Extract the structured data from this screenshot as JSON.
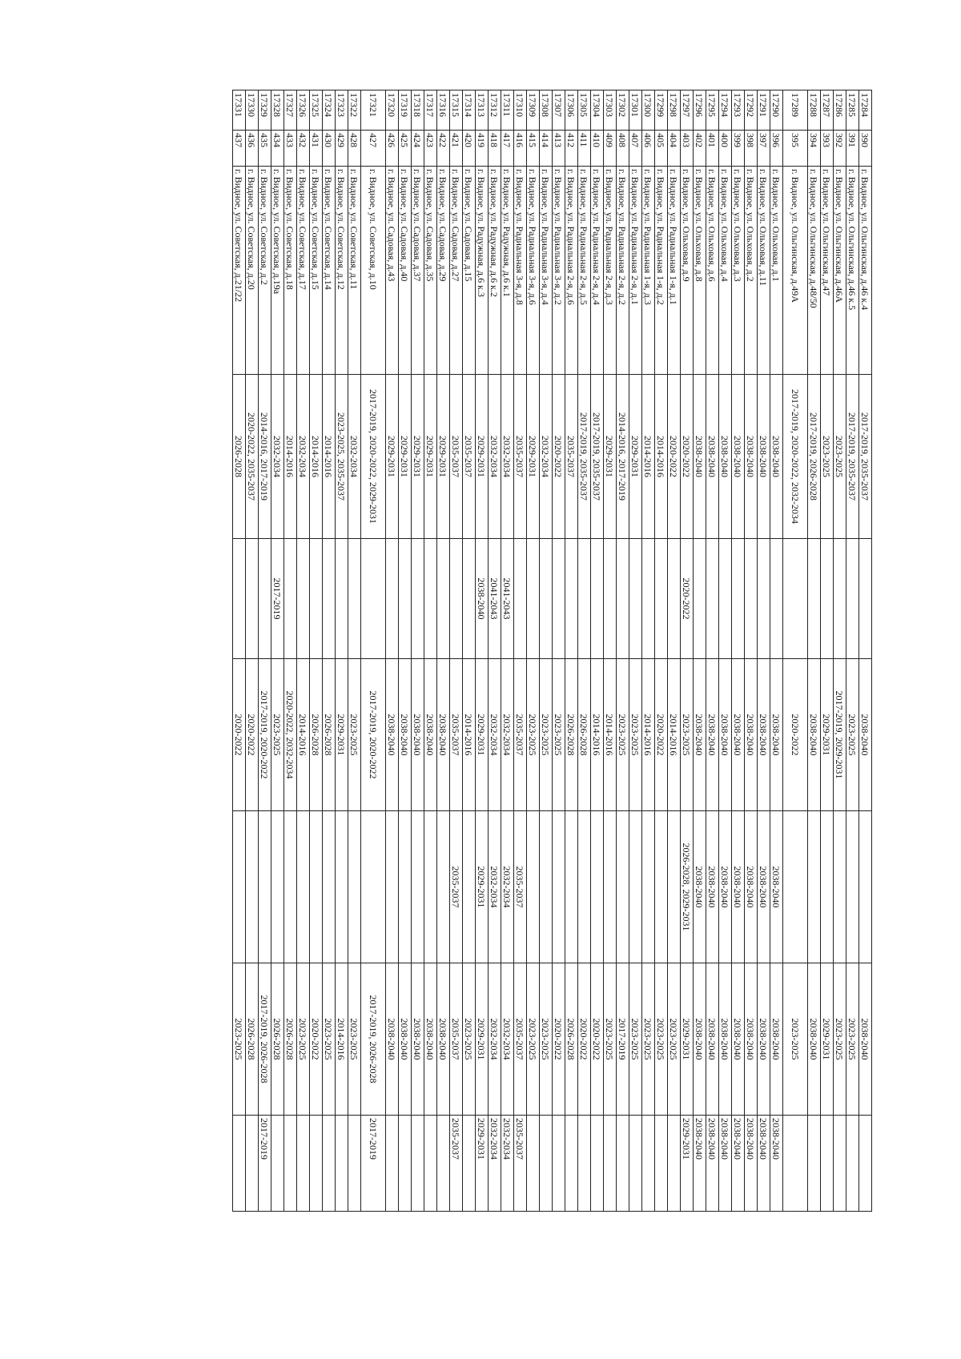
{
  "rows": [
    {
      "id": "17284",
      "n": "390",
      "address": "г. Видное, ул. Ольгинская, д.46 к.4",
      "c1": "2017-2019, 2035-2037",
      "c2": "",
      "c3": "2038-2040",
      "c4": "",
      "c5": "2038-2040",
      "c6": ""
    },
    {
      "id": "17285",
      "n": "391",
      "address": "г. Видное, ул. Ольгинская, д.46 к.5",
      "c1": "2017-2019, 2035-2037",
      "c2": "",
      "c3": "2023-2025",
      "c4": "",
      "c5": "2023-2025",
      "c6": ""
    },
    {
      "id": "17286",
      "n": "392",
      "address": "г. Видное, ул. Ольгинская, д.46А",
      "c1": "2023-2025",
      "c2": "",
      "c3": "2017-2019, 2029-2031",
      "c4": "",
      "c5": "2023-2025",
      "c6": ""
    },
    {
      "id": "17287",
      "n": "393",
      "address": "г. Видное, ул. Ольгинская, д.47",
      "c1": "2023-2025",
      "c2": "",
      "c3": "2029-2031",
      "c4": "",
      "c5": "2029-2031",
      "c6": ""
    },
    {
      "id": "17288",
      "n": "394",
      "address": "г. Видное, ул. Ольгинская, д.48/50",
      "c1": "2017-2019, 2026-2028",
      "c2": "",
      "c3": "2038-2040",
      "c4": "",
      "c5": "2038-2040",
      "c6": ""
    },
    {
      "id": "17289",
      "n": "395",
      "address": "г. Видное, ул. Ольгинская, д.49А",
      "c1": "2017-2019, 2020-2022, 2032-2034",
      "c2": "",
      "c3": "2020-2022",
      "c4": "",
      "c5": "2023-2025",
      "c6": "",
      "tall": true
    },
    {
      "id": "17290",
      "n": "396",
      "address": "г. Видное, ул. Ольховая, д.1",
      "c1": "2038-2040",
      "c2": "",
      "c3": "2038-2040",
      "c4": "2038-2040",
      "c5": "2038-2040",
      "c6": "2038-2040"
    },
    {
      "id": "17291",
      "n": "397",
      "address": "г. Видное, ул. Ольховая, д.11",
      "c1": "2038-2040",
      "c2": "",
      "c3": "2038-2040",
      "c4": "2038-2040",
      "c5": "2038-2040",
      "c6": "2038-2040"
    },
    {
      "id": "17292",
      "n": "398",
      "address": "г. Видное, ул. Ольховая, д.2",
      "c1": "2038-2040",
      "c2": "",
      "c3": "2038-2040",
      "c4": "2038-2040",
      "c5": "2038-2040",
      "c6": "2038-2040"
    },
    {
      "id": "17293",
      "n": "399",
      "address": "г. Видное, ул. Ольховая, д.3",
      "c1": "2038-2040",
      "c2": "",
      "c3": "2038-2040",
      "c4": "2038-2040",
      "c5": "2038-2040",
      "c6": "2038-2040"
    },
    {
      "id": "17294",
      "n": "400",
      "address": "г. Видное, ул. Ольховая, д.4",
      "c1": "2038-2040",
      "c2": "",
      "c3": "2038-2040",
      "c4": "2038-2040",
      "c5": "2038-2040",
      "c6": "2038-2040"
    },
    {
      "id": "17295",
      "n": "401",
      "address": "г. Видное, ул. Ольховая, д.6",
      "c1": "2038-2040",
      "c2": "",
      "c3": "2038-2040",
      "c4": "2038-2040",
      "c5": "2038-2040",
      "c6": "2038-2040"
    },
    {
      "id": "17296",
      "n": "402",
      "address": "г. Видное, ул. Ольховая, д.8",
      "c1": "2038-2040",
      "c2": "",
      "c3": "2038-2040",
      "c4": "2038-2040",
      "c5": "2038-2040",
      "c6": "2038-2040"
    },
    {
      "id": "17297",
      "n": "403",
      "address": "г. Видное, ул. Ольховая, д.9",
      "c1": "2020-2022",
      "c2": "2020-2022",
      "c3": "2023-2025",
      "c4": "2026-2028, 2029-2031",
      "c5": "2029-2031",
      "c6": "2029-2031"
    },
    {
      "id": "17298",
      "n": "404",
      "address": "г. Видное, ул. Радиальная 1-я, д.1",
      "c1": "2020-2022",
      "c2": "",
      "c3": "2014-2016",
      "c4": "",
      "c5": "2023-2025",
      "c6": ""
    },
    {
      "id": "17299",
      "n": "405",
      "address": "г. Видное, ул. Радиальная 1-я, д.2",
      "c1": "2014-2016",
      "c2": "",
      "c3": "2020-2022",
      "c4": "",
      "c5": "2023-2025",
      "c6": ""
    },
    {
      "id": "17300",
      "n": "406",
      "address": "г. Видное, ул. Радиальная 1-я, д.3",
      "c1": "2014-2016",
      "c2": "",
      "c3": "2014-2016",
      "c4": "",
      "c5": "2023-2025",
      "c6": ""
    },
    {
      "id": "17301",
      "n": "407",
      "address": "г. Видное, ул. Радиальная 2-я, д.1",
      "c1": "2029-2031",
      "c2": "",
      "c3": "2023-2025",
      "c4": "",
      "c5": "2023-2025",
      "c6": ""
    },
    {
      "id": "17302",
      "n": "408",
      "address": "г. Видное, ул. Радиальная 2-я, д.2",
      "c1": "2014-2016, 2017-2019",
      "c2": "",
      "c3": "2023-2025",
      "c4": "",
      "c5": "2017-2019",
      "c6": ""
    },
    {
      "id": "17303",
      "n": "409",
      "address": "г. Видное, ул. Радиальная 2-я, д.3",
      "c1": "2029-2031",
      "c2": "",
      "c3": "2014-2016",
      "c4": "",
      "c5": "2023-2025",
      "c6": ""
    },
    {
      "id": "17304",
      "n": "410",
      "address": "г. Видное, ул. Радиальная 2-я, д.4",
      "c1": "2017-2019, 2035-2037",
      "c2": "",
      "c3": "2014-2016",
      "c4": "",
      "c5": "2020-2022",
      "c6": ""
    },
    {
      "id": "17305",
      "n": "411",
      "address": "г. Видное, ул. Радиальная 2-я, д.5",
      "c1": "2017-2019, 2035-2037",
      "c2": "",
      "c3": "2026-2028",
      "c4": "",
      "c5": "2020-2022",
      "c6": ""
    },
    {
      "id": "17306",
      "n": "412",
      "address": "г. Видное, ул. Радиальная 2-я, д.6",
      "c1": "2035-2037",
      "c2": "",
      "c3": "2026-2028",
      "c4": "",
      "c5": "2026-2028",
      "c6": ""
    },
    {
      "id": "17307",
      "n": "413",
      "address": "г. Видное, ул. Радиальная 3-я, д.2",
      "c1": "2020-2022",
      "c2": "",
      "c3": "2023-2025",
      "c4": "",
      "c5": "2020-2022",
      "c6": ""
    },
    {
      "id": "17308",
      "n": "414",
      "address": "г. Видное, ул. Радиальная 3-я, д.4",
      "c1": "2032-2034",
      "c2": "",
      "c3": "2023-2025",
      "c4": "",
      "c5": "2023-2025",
      "c6": ""
    },
    {
      "id": "17309",
      "n": "415",
      "address": "г. Видное, ул. Радиальная 3-я, д.6",
      "c1": "2029-2031",
      "c2": "",
      "c3": "2023-2025",
      "c4": "",
      "c5": "2023-2025",
      "c6": ""
    },
    {
      "id": "17310",
      "n": "416",
      "address": "г. Видное, ул. Радиальная 3-я, д.8",
      "c1": "2035-2037",
      "c2": "",
      "c3": "2035-2037",
      "c4": "2035-2037",
      "c5": "2035-2037",
      "c6": "2035-2037"
    },
    {
      "id": "17311",
      "n": "417",
      "address": "г. Видное, ул. Радужная, д.6 к.1",
      "c1": "2032-2034",
      "c2": "2041-2043",
      "c3": "2032-2034",
      "c4": "2032-2034",
      "c5": "2032-2034",
      "c6": "2032-2034"
    },
    {
      "id": "17312",
      "n": "418",
      "address": "г. Видное, ул. Радужная, д.6 к.2",
      "c1": "2032-2034",
      "c2": "2041-2043",
      "c3": "2032-2034",
      "c4": "2032-2034",
      "c5": "2032-2034",
      "c6": "2032-2034"
    },
    {
      "id": "17313",
      "n": "419",
      "address": "г. Видное, ул. Радужная, д.6 к.3",
      "c1": "2029-2031",
      "c2": "2038-2040",
      "c3": "2029-2031",
      "c4": "2029-2031",
      "c5": "2029-2031",
      "c6": "2029-2031"
    },
    {
      "id": "17314",
      "n": "420",
      "address": "г. Видное, ул. Садовая, д.15",
      "c1": "2035-2037",
      "c2": "",
      "c3": "2014-2016",
      "c4": "",
      "c5": "2023-2025",
      "c6": ""
    },
    {
      "id": "17315",
      "n": "421",
      "address": "г. Видное, ул. Садовая, д.27",
      "c1": "2035-2037",
      "c2": "",
      "c3": "2035-2037",
      "c4": "2035-2037",
      "c5": "2035-2037",
      "c6": "2035-2037"
    },
    {
      "id": "17316",
      "n": "422",
      "address": "г. Видное, ул. Садовая, д.29",
      "c1": "2029-2031",
      "c2": "",
      "c3": "2038-2040",
      "c4": "",
      "c5": "2038-2040",
      "c6": ""
    },
    {
      "id": "17317",
      "n": "423",
      "address": "г. Видное, ул. Садовая, д.35",
      "c1": "2029-2031",
      "c2": "",
      "c3": "2038-2040",
      "c4": "",
      "c5": "2038-2040",
      "c6": ""
    },
    {
      "id": "17318",
      "n": "424",
      "address": "г. Видное, ул. Садовая, д.37",
      "c1": "2029-2031",
      "c2": "",
      "c3": "2038-2040",
      "c4": "",
      "c5": "2038-2040",
      "c6": ""
    },
    {
      "id": "17319",
      "n": "425",
      "address": "г. Видное, ул. Садовая, д.40",
      "c1": "2029-2031",
      "c2": "",
      "c3": "2038-2040",
      "c4": "",
      "c5": "2038-2040",
      "c6": ""
    },
    {
      "id": "17320",
      "n": "426",
      "address": "г. Видное, ул. Садовая, д.43",
      "c1": "2029-2031",
      "c2": "",
      "c3": "2038-2040",
      "c4": "",
      "c5": "2038-2040",
      "c6": ""
    },
    {
      "id": "17321",
      "n": "427",
      "address": "г. Видное, ул. Советская, д.10",
      "c1": "2017-2019, 2020-2022, 2029-2031",
      "c2": "",
      "c3": "2017-2019, 2020-2022",
      "c4": "",
      "c5": "2017-2019, 2026-2028",
      "c6": "2017-2019",
      "tall": true
    },
    {
      "id": "17322",
      "n": "428",
      "address": "г. Видное, ул. Советская, д.11",
      "c1": "2032-2034",
      "c2": "",
      "c3": "2023-2025",
      "c4": "",
      "c5": "2023-2025",
      "c6": ""
    },
    {
      "id": "17323",
      "n": "429",
      "address": "г. Видное, ул. Советская, д.12",
      "c1": "2023-2025, 2035-2037",
      "c2": "",
      "c3": "2029-2031",
      "c4": "",
      "c5": "2014-2016",
      "c6": ""
    },
    {
      "id": "17324",
      "n": "430",
      "address": "г. Видное, ул. Советская, д.14",
      "c1": "2014-2016",
      "c2": "",
      "c3": "2026-2028",
      "c4": "",
      "c5": "2023-2025",
      "c6": ""
    },
    {
      "id": "17325",
      "n": "431",
      "address": "г. Видное, ул. Советская, д.15",
      "c1": "2014-2016",
      "c2": "",
      "c3": "2026-2028",
      "c4": "",
      "c5": "2020-2022",
      "c6": ""
    },
    {
      "id": "17326",
      "n": "432",
      "address": "г. Видное, ул. Советская, д.17",
      "c1": "2032-2034",
      "c2": "",
      "c3": "2014-2016",
      "c4": "",
      "c5": "2023-2025",
      "c6": ""
    },
    {
      "id": "17327",
      "n": "433",
      "address": "г. Видное, ул. Советская, д.18",
      "c1": "2014-2016",
      "c2": "",
      "c3": "2020-2022, 2032-2034",
      "c4": "",
      "c5": "2026-2028",
      "c6": ""
    },
    {
      "id": "17328",
      "n": "434",
      "address": "г. Видное, ул. Советская, д.19а",
      "c1": "2032-2034",
      "c2": "2017-2019",
      "c3": "2023-2025",
      "c4": "",
      "c5": "2026-2028",
      "c6": ""
    },
    {
      "id": "17329",
      "n": "435",
      "address": "г. Видное, ул. Советская, д.2",
      "c1": "2014-2016, 2017-2019",
      "c2": "",
      "c3": "2017-2019, 2020-2022",
      "c4": "",
      "c5": "2017-2019, 2026-2028",
      "c6": "2017-2019"
    },
    {
      "id": "17330",
      "n": "436",
      "address": "г. Видное, ул. Советская, д.20",
      "c1": "2020-2022, 2035-2037",
      "c2": "",
      "c3": "2020-2022",
      "c4": "",
      "c5": "2026-2028",
      "c6": ""
    },
    {
      "id": "17331",
      "n": "437",
      "address": "г. Видное, ул. Советская, д.21/22",
      "c1": "2026-2028",
      "c2": "",
      "c3": "2020-2022",
      "c4": "",
      "c5": "2023-2025",
      "c6": ""
    }
  ]
}
